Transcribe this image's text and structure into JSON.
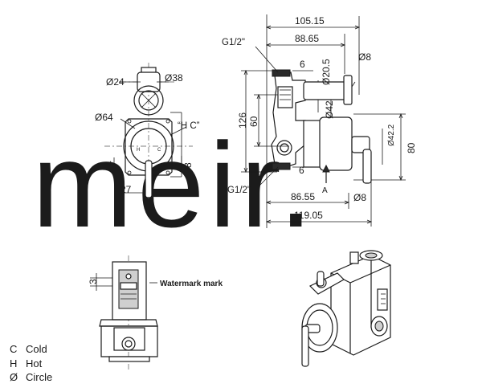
{
  "watermark": "meir.",
  "dimensions": {
    "total_depth": "105.15",
    "depth_to_handle": "88.65",
    "offset_top": "6",
    "handle_dia_top": "Ø8",
    "diverter_dia": "Ø20.5",
    "height_126": "126",
    "height_60": "60",
    "body_dia": "Ø42",
    "body_dia_r": "Ø42.2",
    "height_80": "80",
    "offset_bottom": "6",
    "depth_lower": "86.55",
    "handle_dia_bottom": "Ø8",
    "overall_depth": "119.05",
    "inlet_top": "G1/2\"",
    "inlet_bottom": "G1/2\"",
    "front_dia_24": "Ø24",
    "front_dia_38": "Ø38",
    "front_dia_64": "Ø64",
    "hot_cold_mark": "“H C”",
    "front_4": "4",
    "front_8": "8",
    "front_27": "27",
    "side_3": "3",
    "arrow_label": "A"
  },
  "labels": {
    "watermark_mark": "Watermark mark"
  },
  "legend": [
    {
      "key": "C",
      "value": "Cold"
    },
    {
      "key": "H",
      "value": "Hot"
    },
    {
      "key": "Ø",
      "value": "Circle"
    }
  ]
}
